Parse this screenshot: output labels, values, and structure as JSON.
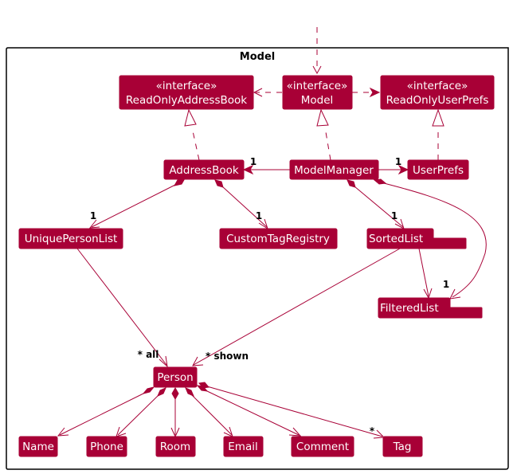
{
  "package": {
    "name": "Model"
  },
  "colors": {
    "class_fill": "#A80036",
    "class_text": "#FFFFFF",
    "edge": "#A80036",
    "package_border": "#000000"
  },
  "classes": {
    "readOnlyAddressBook": {
      "stereotype": "«interface»",
      "name": "ReadOnlyAddressBook"
    },
    "model": {
      "stereotype": "«interface»",
      "name": "Model"
    },
    "readOnlyUserPrefs": {
      "stereotype": "«interface»",
      "name": "ReadOnlyUserPrefs"
    },
    "addressBook": {
      "name": "AddressBook"
    },
    "modelManager": {
      "name": "ModelManager"
    },
    "userPrefs": {
      "name": "UserPrefs"
    },
    "uniquePersonList": {
      "name": "UniquePersonList"
    },
    "customTagRegistry": {
      "name": "CustomTagRegistry"
    },
    "sortedList": {
      "name": "SortedList"
    },
    "filteredList": {
      "name": "FilteredList"
    },
    "person": {
      "name": "Person"
    },
    "name": {
      "name": "Name"
    },
    "phone": {
      "name": "Phone"
    },
    "room": {
      "name": "Room"
    },
    "email": {
      "name": "Email"
    },
    "comment": {
      "name": "Comment"
    },
    "tag": {
      "name": "Tag"
    }
  },
  "multiplicities": {
    "mm_addressBook": "1",
    "mm_userPrefs": "1",
    "ab_uniquePersonList": "1",
    "ab_customTagRegistry": "1",
    "mm_sortedList": "1",
    "mm_filteredList": "1",
    "upl_person": "* all",
    "sorted_person": "* shown",
    "person_tag": "*"
  }
}
